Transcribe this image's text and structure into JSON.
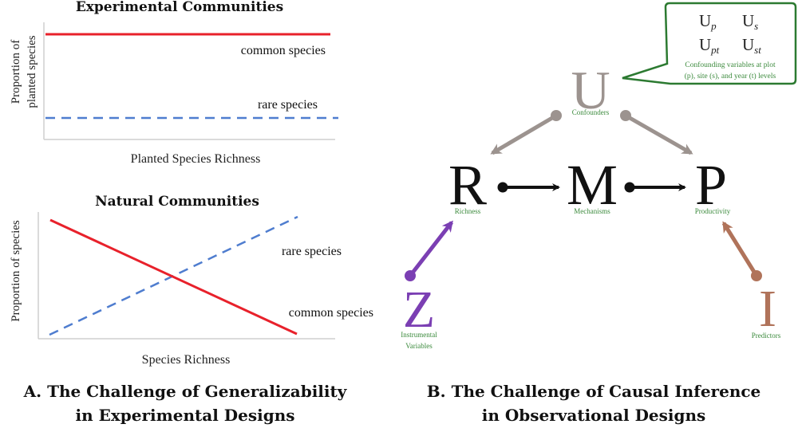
{
  "colors": {
    "common": "#e8212b",
    "rare": "#4f7dcf",
    "gray": "#9c938f",
    "purple": "#7b3fb3",
    "brown": "#b0735a",
    "green_text": "#3b8a3c",
    "box_border": "#2c7a31",
    "black": "#111111"
  },
  "panel_a": {
    "experimental": {
      "title": "Experimental Communities",
      "ylabel_line1": "Proportion of",
      "ylabel_line2": "planted species",
      "xlabel": "Planted Species Richness",
      "common_label": "common species",
      "rare_label": "rare species"
    },
    "natural": {
      "title": "Natural Communities",
      "ylabel": "Proportion of species",
      "xlabel": "Species Richness",
      "rare_label": "rare species",
      "common_label": "common species"
    },
    "caption_line1": "A. The Challenge of Generalizability",
    "caption_line2": "in Experimental Designs"
  },
  "panel_b": {
    "nodes": {
      "U": {
        "symbol": "U",
        "label": "Confounders"
      },
      "R": {
        "symbol": "R",
        "label": "Richness"
      },
      "M": {
        "symbol": "M",
        "label": "Mechanisms"
      },
      "P": {
        "symbol": "P",
        "label": "Productivity"
      },
      "Z": {
        "symbol": "Z",
        "label_line1": "Instrumental",
        "label_line2": "Variables"
      },
      "I": {
        "symbol": "I",
        "label": "Predictors"
      }
    },
    "callout": {
      "u_base": "U",
      "sub_p": "p",
      "sub_s": "s",
      "sub_pt": "pt",
      "sub_st": "st",
      "desc_line1": "Confounding variables at plot",
      "desc_line2": "(p), site (s), and year (t) levels"
    },
    "caption_line1": "B. The Challenge of Causal Inference",
    "caption_line2": "in Observational Designs"
  }
}
